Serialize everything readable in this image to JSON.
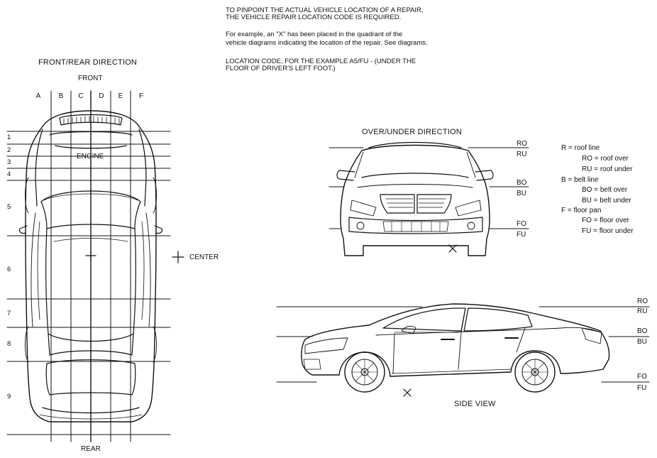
{
  "intro": {
    "line1": "TO PINPOINT THE ACTUAL VEHICLE LOCATION OF A REPAIR,",
    "line2": "THE VEHICLE REPAIR LOCATION CODE IS REQUIRED.",
    "line3": "For example, an \"X\" has been placed in the quadrant of the",
    "line4": "vehicle diagrams indicating the location of the repair. See diagrams.",
    "line5": "LOCATION CODE, FOR THE EXAMPLE A5/FU - (UNDER THE",
    "line6": "FLOOR OF DRIVER'S LEFT FOOT.)"
  },
  "top_view": {
    "title": "FRONT/REAR DIRECTION",
    "front_label": "FRONT",
    "rear_label": "REAR",
    "engine_label": "ENGINE",
    "center_label": "CENTER",
    "columns": [
      "A",
      "B",
      "C",
      "D",
      "E",
      "F"
    ],
    "rows": [
      "1",
      "2",
      "3",
      "4",
      "5",
      "6",
      "7",
      "8",
      "9"
    ]
  },
  "front_view": {
    "title": "OVER/UNDER DIRECTION",
    "codes": [
      "RO",
      "RU",
      "BO",
      "BU",
      "FO",
      "FU"
    ]
  },
  "side_view": {
    "title": "SIDE VIEW",
    "codes": [
      "RO",
      "RU",
      "BO",
      "BU",
      "FO",
      "FU"
    ]
  },
  "legend": [
    "R = roof line",
    "RO = roof over",
    "RU = roof under",
    "B = belt line",
    "BO = belt over",
    "BU = belt under",
    "F = floor pan",
    "FO = floor over",
    "FU = floor under"
  ]
}
